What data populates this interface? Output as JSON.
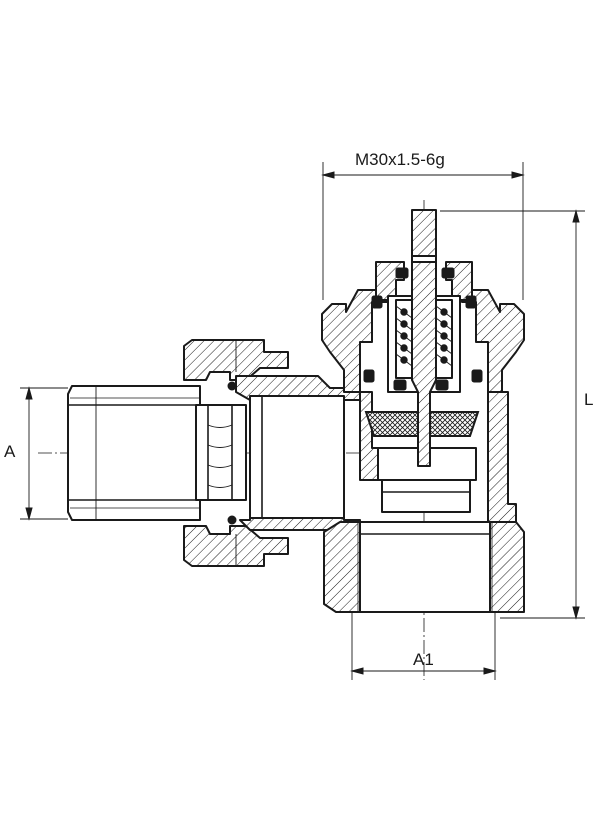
{
  "dimensions": {
    "thread_label": "M30x1.5-6g",
    "length_label": "L",
    "inlet_label": "A",
    "outlet_label": "A1"
  },
  "colors": {
    "line": "#1a1a1a",
    "background": "#ffffff"
  }
}
